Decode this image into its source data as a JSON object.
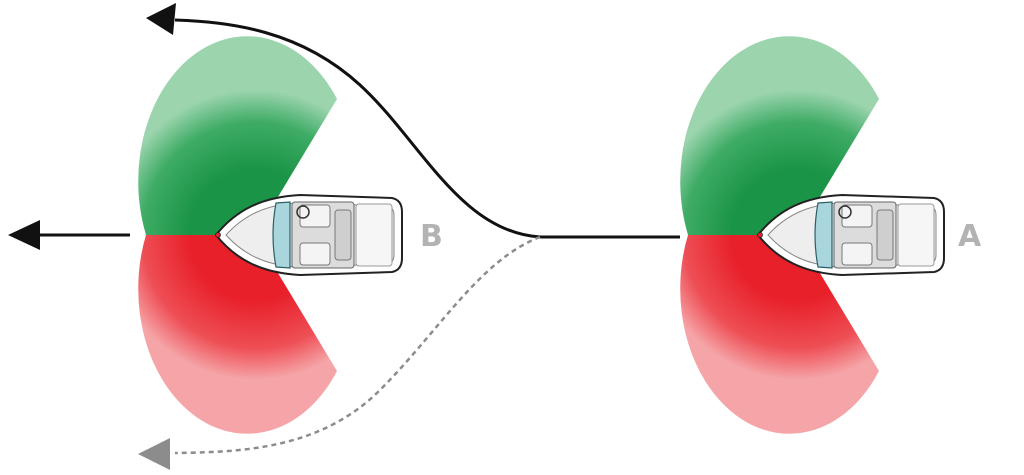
{
  "boats": [
    {
      "id": "b",
      "label": "B"
    },
    {
      "id": "a",
      "label": "A"
    }
  ],
  "colors": {
    "port_light": "#e8202a",
    "starboard_light": "#1a9446",
    "path_solid": "#111111",
    "path_dashed": "#8c8c8c",
    "boat_label": "#b3b3b3"
  }
}
